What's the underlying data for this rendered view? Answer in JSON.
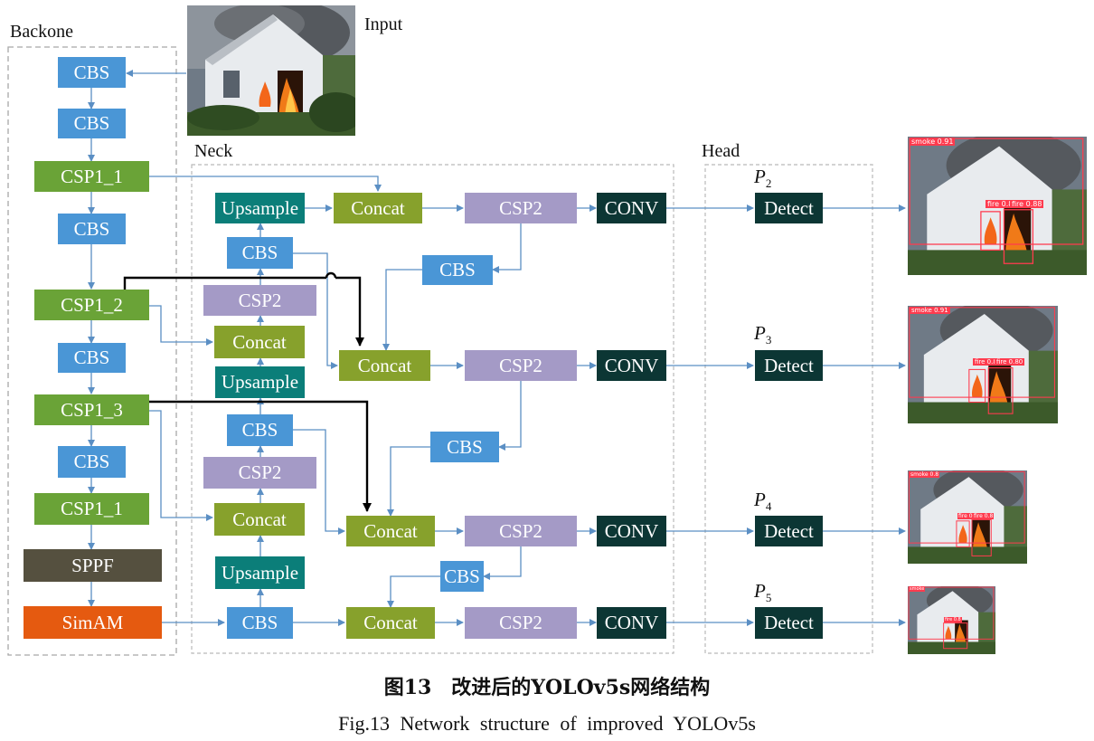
{
  "sections": {
    "backbone": "Backone",
    "input": "Input",
    "neck": "Neck",
    "head": "Head"
  },
  "blocks": {
    "cbs": "CBS",
    "csp1_1": "CSP1_1",
    "csp1_2": "CSP1_2",
    "csp1_3": "CSP1_3",
    "csp2": "CSP2",
    "concat": "Concat",
    "upsample": "Upsample",
    "conv": "CONV",
    "detect": "Detect",
    "sppf": "SPPF",
    "simam": "SimAM"
  },
  "outputs": [
    {
      "p": "P",
      "sub": "2"
    },
    {
      "p": "P",
      "sub": "3"
    },
    {
      "p": "P",
      "sub": "4"
    },
    {
      "p": "P",
      "sub": "5"
    }
  ],
  "detections": [
    {
      "labels": [
        "smoke 0.91",
        "fire 0.8",
        "fire 0.88"
      ]
    },
    {
      "labels": [
        "smoke 0.91",
        "fire 0.8",
        "fire 0.80"
      ]
    },
    {
      "labels": [
        "smoke 0.8",
        "fire 0.8",
        "fire 0.8"
      ]
    },
    {
      "labels": [
        "smoke",
        "fire 0.8"
      ]
    }
  ],
  "caption": {
    "zh": "图13　改进后的YOLOv5s网络结构",
    "en": "Fig.13   Network  structure  of  improved  YOLOv5s"
  },
  "colors": {
    "cbs": "#4a96d6",
    "csp1": "#6aa337",
    "csp2": "#a49ac6",
    "concat": "#87a12c",
    "upsample": "#0b7e79",
    "conv": "#0c3634",
    "sppf": "#55503f",
    "simam": "#e55a10",
    "arrow": "#5b8fc4"
  }
}
